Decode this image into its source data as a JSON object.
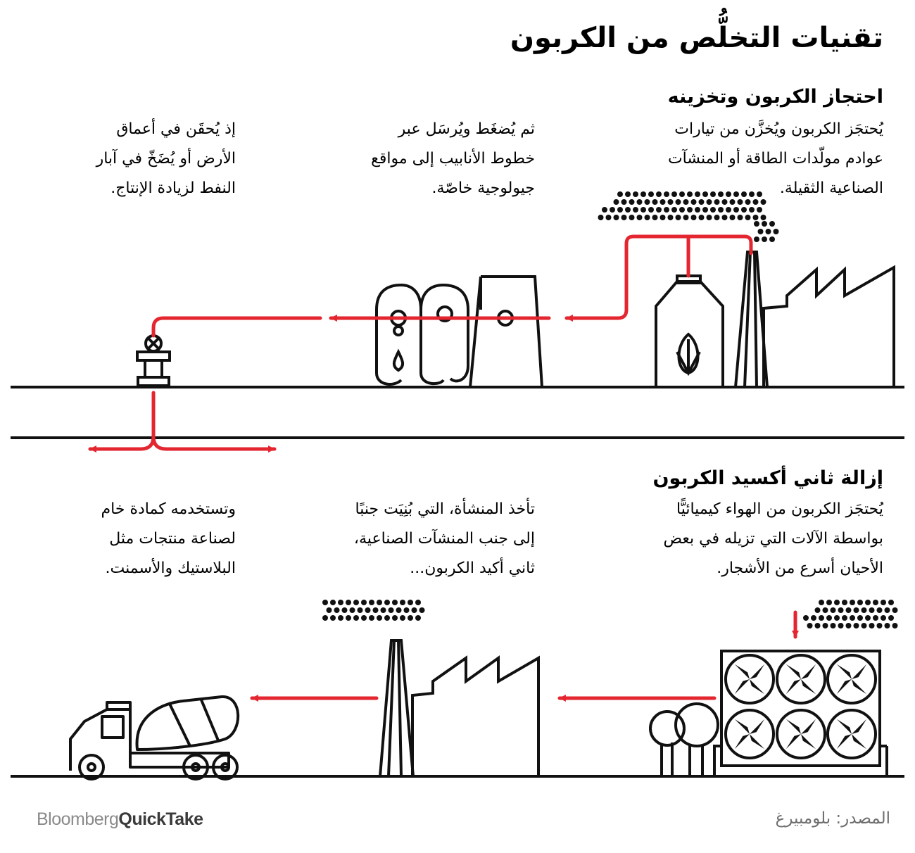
{
  "title": "تقنيات التخلُّص من الكربون",
  "section1": {
    "heading": "احتجاز الكربون وتخزينه",
    "step1": [
      "يُحتجَز الكربون ويُخزَّن من تيارات",
      "عوادم مولّدات الطاقة أو المنشآت",
      "الصناعية الثقيلة."
    ],
    "step2": [
      "ثم يُضغَط ويُرسَل عبر",
      "خطوط الأنابيب إلى مواقع",
      "جيولوجية خاصّة."
    ],
    "step3": [
      "إذ يُحقَن في أعماق",
      "الأرض أو يُضَخّ في آبار",
      "النفط لزيادة الإنتاج."
    ]
  },
  "section2": {
    "heading": "إزالة ثاني أكسيد الكربون",
    "step1": [
      "يُحتجَز الكربون من الهواء كيميائيًّا",
      "بواسطة الآلات التي تزيله في بعض",
      "الأحيان أسرع من الأشجار."
    ],
    "step2": [
      "تأخذ المنشأة، التي بُنِيَت جنبًا",
      "إلى جنب المنشآت الصناعية،",
      "ثاني أكيد الكربون..."
    ],
    "step3": [
      "وتستخدمه كمادة خام",
      "لصناعة منتجات مثل",
      "البلاستيك والأسمنت."
    ]
  },
  "footer": {
    "source": "المصدر: بلومبيرغ",
    "brand_part1": "Bloomberg",
    "brand_part2": "QuickTake"
  },
  "colors": {
    "accent": "#e3262f",
    "line": "#111111",
    "muted": "#6e6e6e"
  },
  "icons": [
    "factory-icon",
    "smokestack-icon",
    "biofuel-tank-icon",
    "compressor-icon",
    "wellhead-icon",
    "direct-air-capture-fans-icon",
    "trees-icon",
    "cement-truck-icon",
    "smoke-dots-icon"
  ]
}
